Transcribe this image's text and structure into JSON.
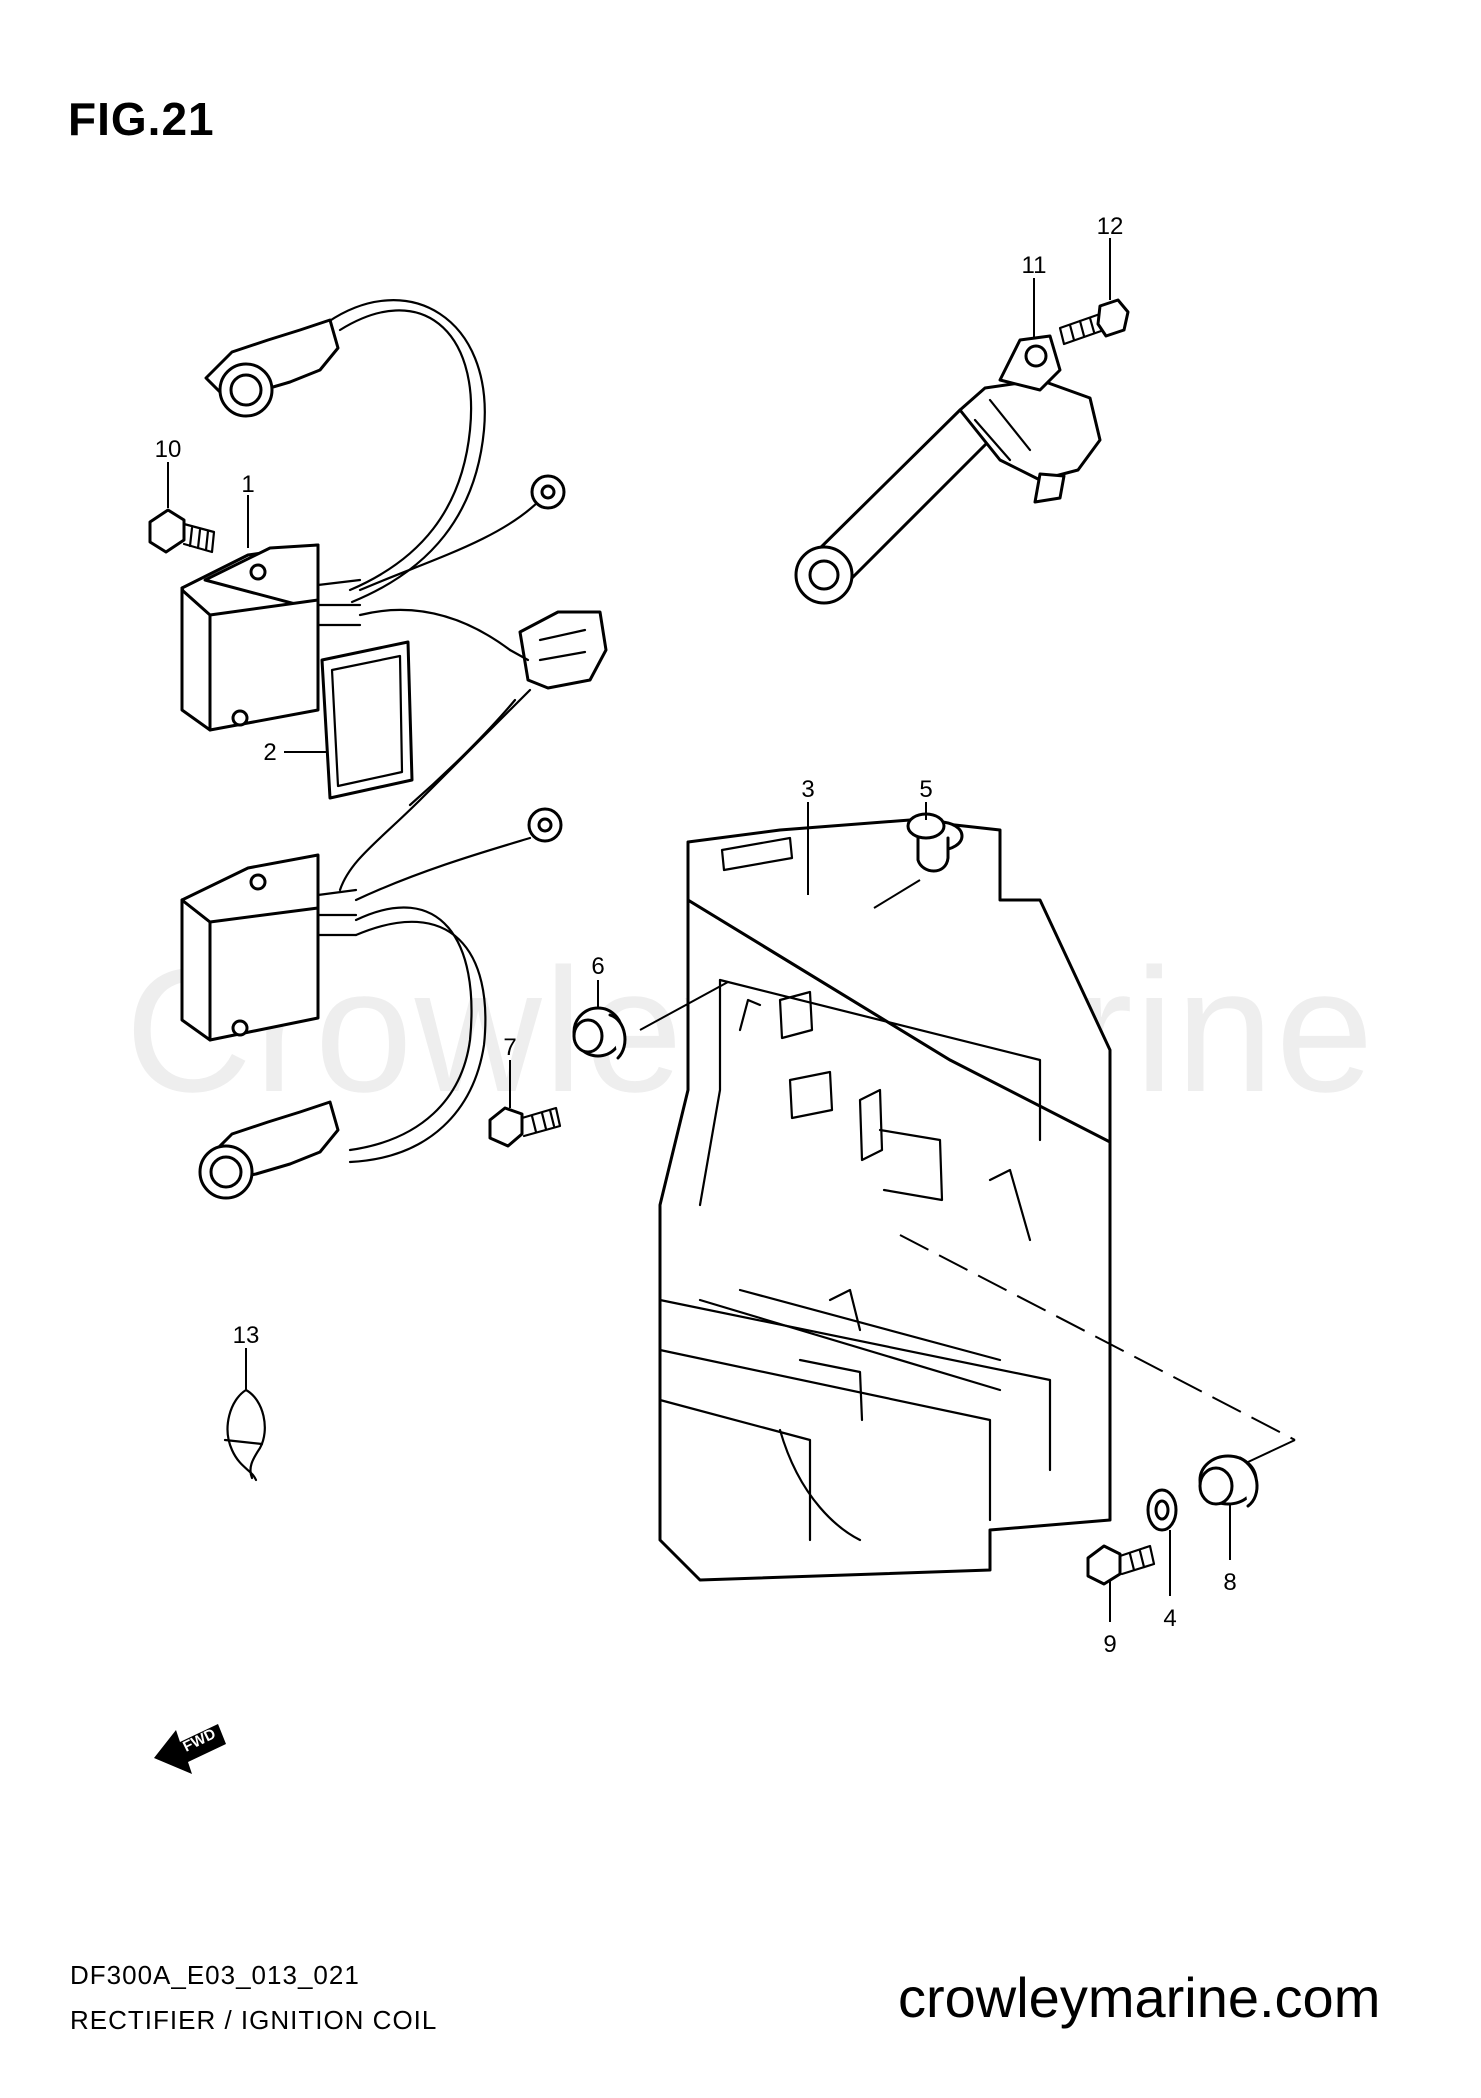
{
  "figure": {
    "title": "FIG.21",
    "code": "DF300A_E03_013_021",
    "caption": "RECTIFIER / IGNITION COIL",
    "watermark": "Crowley Marine",
    "website": "crowleymarine.com"
  },
  "callouts": {
    "c1": "1",
    "c2": "2",
    "c3": "3",
    "c4": "4",
    "c5": "5",
    "c6": "6",
    "c7": "7",
    "c8": "8",
    "c9": "9",
    "c10": "10",
    "c11": "11",
    "c12": "12",
    "c13": "13"
  },
  "fwd_label": "FWD"
}
